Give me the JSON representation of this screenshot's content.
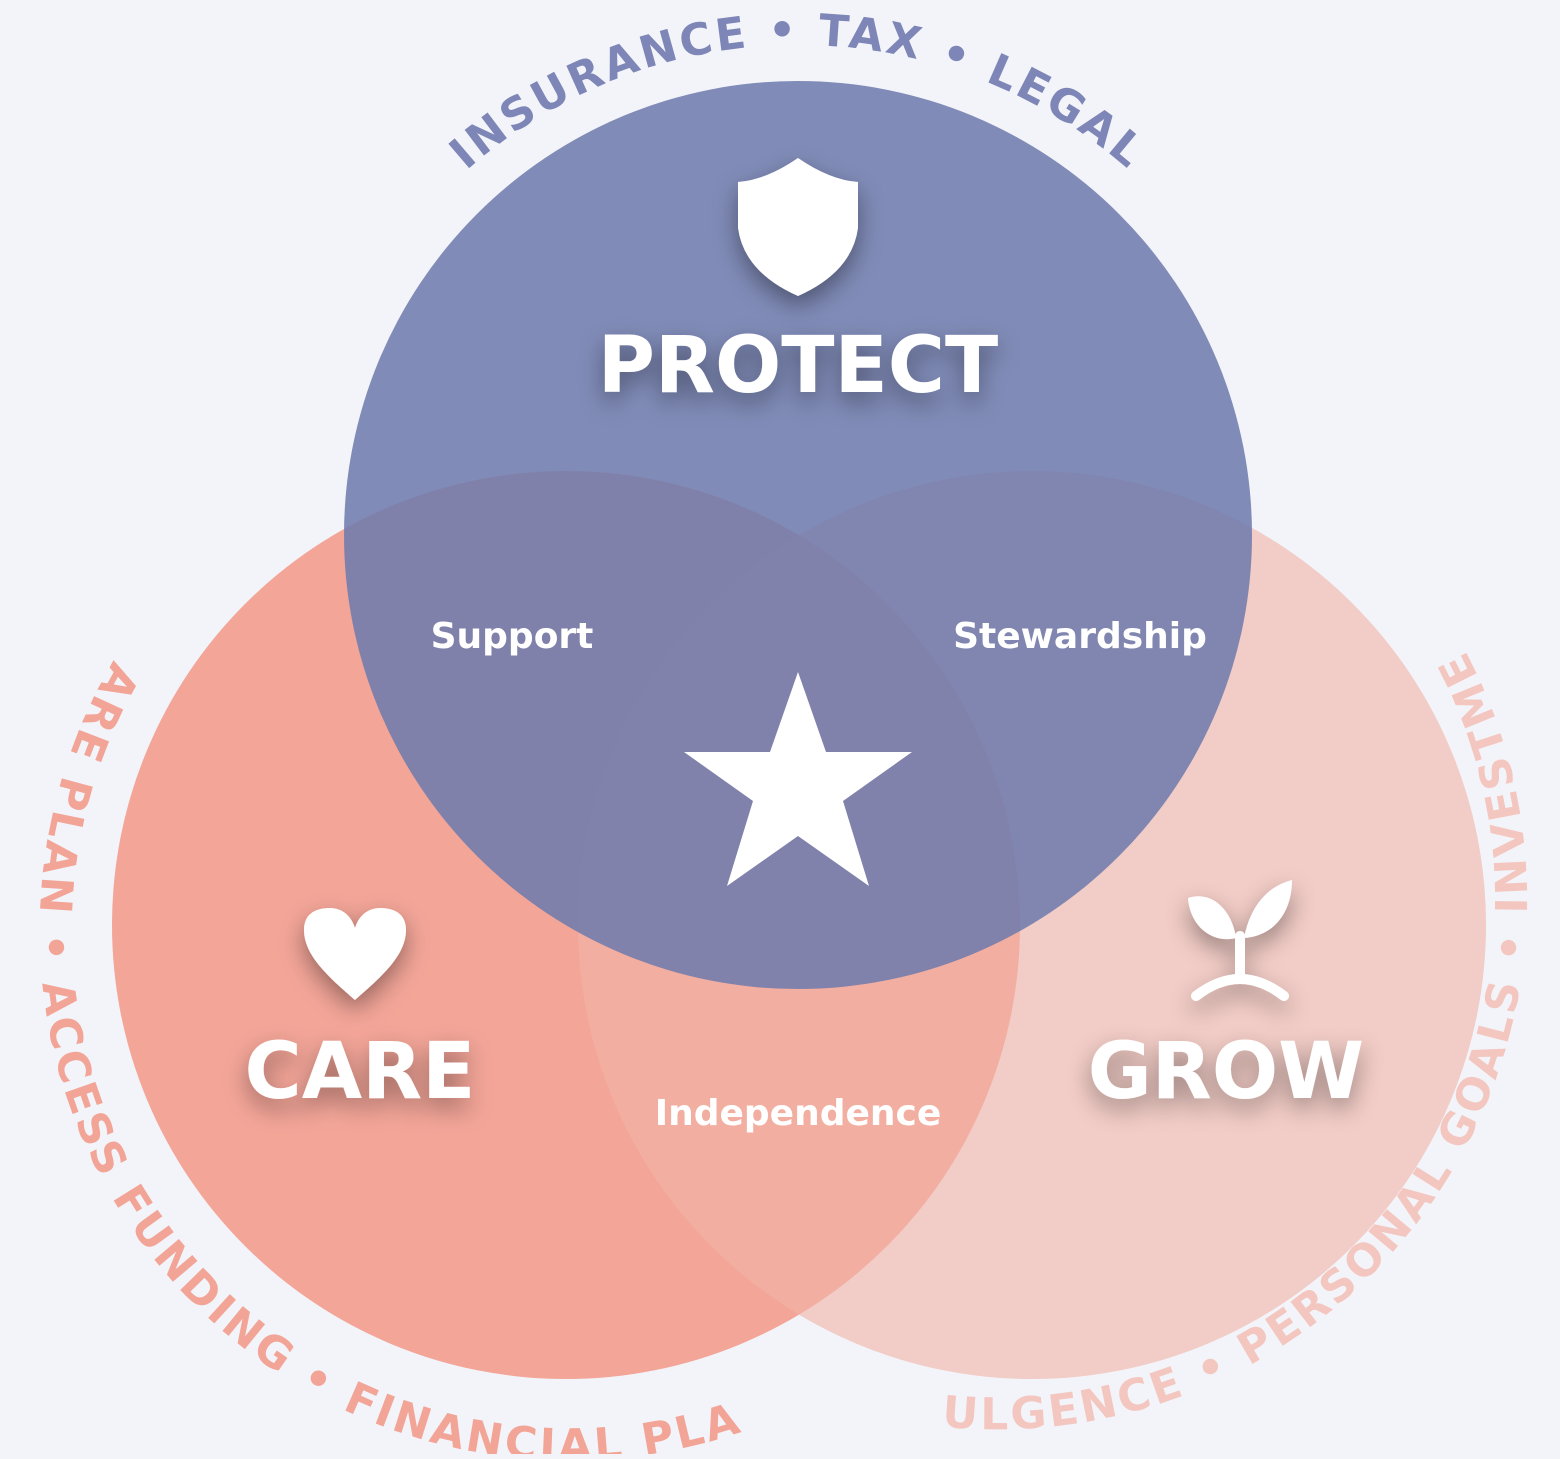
{
  "colors": {
    "background": "#f3f4f9",
    "protect": "#6f7cad",
    "care": "#f28e7c",
    "grow": "#f0b3a6",
    "arc_protect": "#7d86b6",
    "arc_care": "#f2a597",
    "arc_grow": "#f3c7bf",
    "icon": "#ffffff"
  },
  "circles": {
    "protect": {
      "title": "PROTECT",
      "icon": "shield-icon",
      "arc_label": "INSURANCE • TAX • LEGAL"
    },
    "care": {
      "title": "CARE",
      "icon": "heart-icon",
      "arc_label": "CARE PLAN • ACCESS FUNDING • FINANCIAL PLAN"
    },
    "grow": {
      "title": "GROW",
      "icon": "sprout-icon",
      "arc_label": "INDULGENCE • PERSONAL GOALS • INVESTMENT"
    }
  },
  "overlaps": {
    "protect_care": "Support",
    "protect_grow": "Stewardship",
    "care_grow": "Independence",
    "center_icon": "star-icon"
  }
}
